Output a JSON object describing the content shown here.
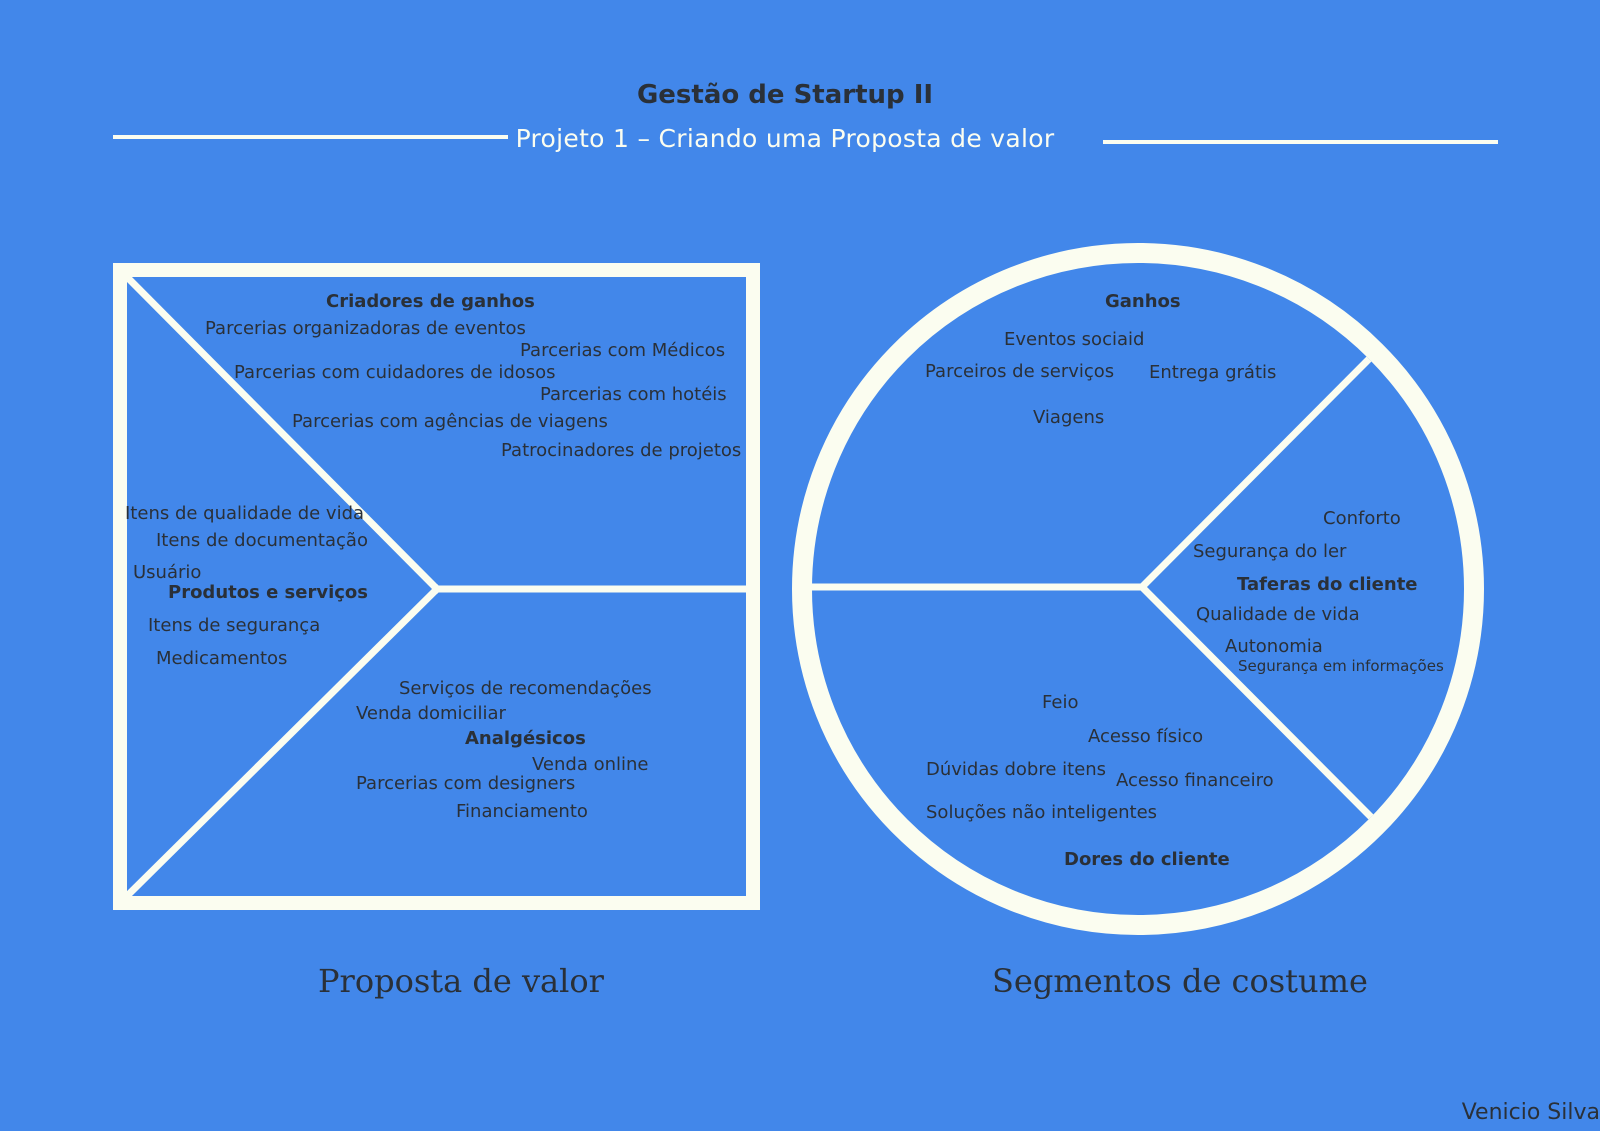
{
  "header": {
    "title": "Gestão de Startup II",
    "subtitle": "Projeto 1 – Criando uma Proposta de valor"
  },
  "value_proposition": {
    "caption": "Proposta de valor",
    "gain_creators": {
      "heading": "Criadores de ganhos",
      "items": [
        "Parcerias organizadoras de eventos",
        "Parcerias com Médicos",
        "Parcerias com cuidadores de idosos",
        "Parcerias com hotéis",
        "Parcerias com agências de viagens",
        "Patrocinadores de projetos"
      ]
    },
    "products_services": {
      "heading": "Produtos e serviços",
      "items": [
        "Itens de qualidade de vida",
        "Itens de documentação",
        "Usuário",
        "Itens de segurança",
        "Medicamentos"
      ]
    },
    "pain_relievers": {
      "heading": "Analgésicos",
      "items": [
        "Serviços de recomendações",
        "Venda domiciliar",
        "Venda online",
        "Parcerias com designers",
        "Financiamento"
      ]
    }
  },
  "customer_segment": {
    "caption": "Segmentos de costume",
    "gains": {
      "heading": "Ganhos",
      "items": [
        "Eventos sociaid",
        "Parceiros de serviços",
        "Entrega grátis",
        "Viagens"
      ]
    },
    "customer_jobs": {
      "heading": "Taferas do cliente",
      "items": [
        "Conforto",
        "Segurança do ler",
        "Qualidade de vida",
        "Autonomia",
        "Segurança em informações"
      ]
    },
    "pains": {
      "heading": "Dores do cliente",
      "items": [
        "Feio",
        "Acesso físico",
        "Dúvidas dobre itens",
        "Acesso financeiro",
        "Soluções não inteligentes"
      ]
    }
  },
  "signature": "Venicio Silva",
  "colors": {
    "background": "#4287ea",
    "lines": "#fbfdf0",
    "text": "#2a3038"
  }
}
